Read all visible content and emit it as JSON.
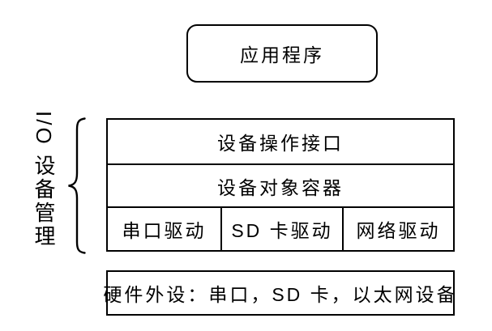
{
  "diagram": {
    "title_box": {
      "label": "应用程序"
    },
    "side_group": {
      "label": "I/O 设备管理"
    },
    "stack": {
      "layers": [
        {
          "label": "设备操作接口"
        },
        {
          "label": "设备对象容器"
        }
      ],
      "drivers": [
        {
          "label": "串口驱动"
        },
        {
          "label": "SD 卡驱动"
        },
        {
          "label": "网络驱动"
        }
      ]
    },
    "hardware_box": {
      "label": "硬件外设：串口，SD 卡，以太网设备"
    },
    "colors": {
      "line": "#000000",
      "background": "#ffffff",
      "text": "#000000"
    }
  }
}
